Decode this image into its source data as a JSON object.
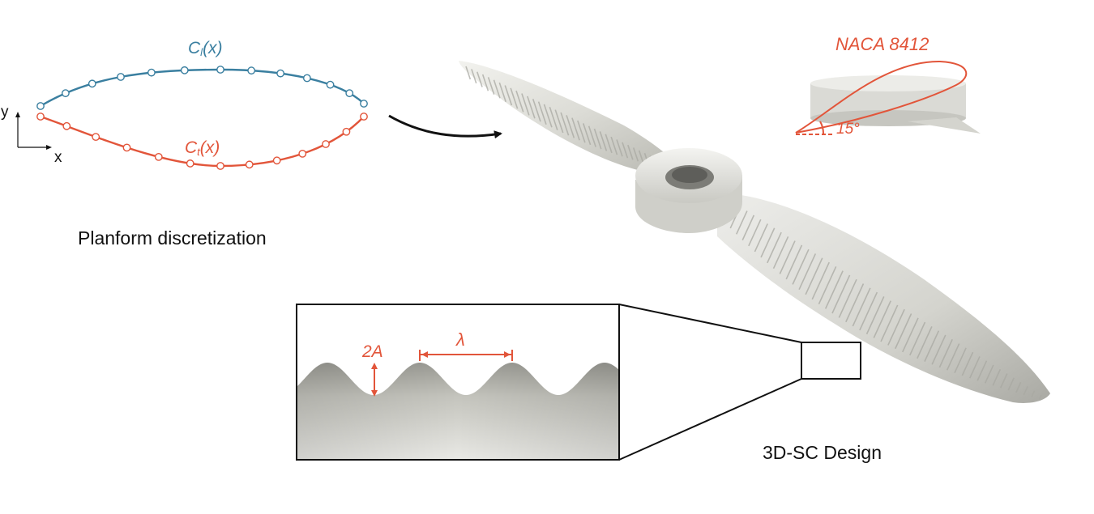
{
  "planform": {
    "upper_curve_label": "Cl(x)",
    "upper_curve_label_main": "C",
    "upper_curve_label_sub": "l",
    "upper_curve_label_arg": "(x)",
    "lower_curve_label": "Ct(x)",
    "lower_curve_label_main": "C",
    "lower_curve_label_sub": "t",
    "lower_curve_label_arg": "(x)",
    "axis_x": "x",
    "axis_y": "y",
    "caption": "Planform discretization"
  },
  "airfoil": {
    "name": "NACA 8412",
    "angle": "15°"
  },
  "inset": {
    "amplitude_label": "2A",
    "wavelength_label": "λ"
  },
  "design_caption": "3D-SC Design",
  "colors": {
    "upper": "#3a7fa0",
    "lower": "#e2553a",
    "annotation": "#e2553a",
    "surface": "#d8d8d2",
    "surface_shadow": "#b9b9b2"
  }
}
